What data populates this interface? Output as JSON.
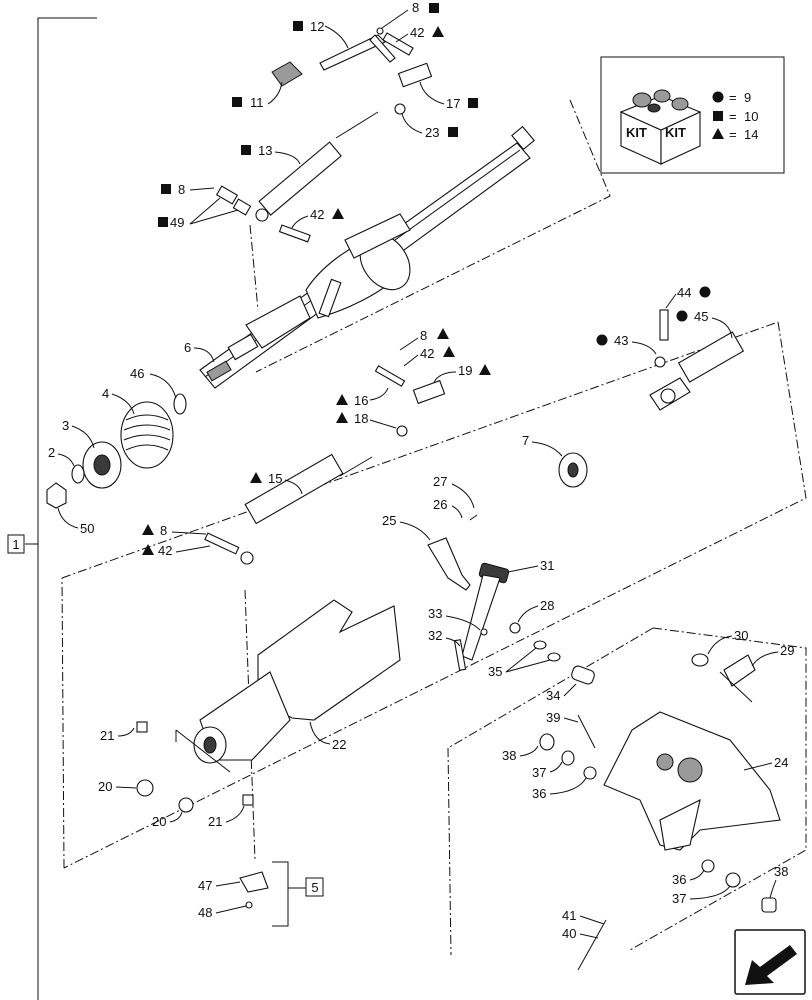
{
  "legend": {
    "items": [
      {
        "symbol": "circle",
        "sep": "=",
        "value": "9"
      },
      {
        "symbol": "square",
        "sep": "=",
        "value": "10"
      },
      {
        "symbol": "triangle",
        "sep": "=",
        "value": "14"
      }
    ],
    "kit_label": "KIT"
  },
  "group_labels": {
    "main": "1",
    "sub": "5"
  },
  "callouts": {
    "c1": "8",
    "c2": "12",
    "c3": "42",
    "c4": "11",
    "c5": "17",
    "c6": "23",
    "c7": "13",
    "c8": "8",
    "c9": "49",
    "c10": "42",
    "c11": "44",
    "c12": "45",
    "c13": "43",
    "c14": "6",
    "c15": "8",
    "c16": "42",
    "c17": "46",
    "c18": "19",
    "c19": "4",
    "c20": "16",
    "c21": "18",
    "c22": "3",
    "c23": "2",
    "c24": "7",
    "c25": "50",
    "c26": "15",
    "c27": "27",
    "c28": "26",
    "c29": "25",
    "c30": "8",
    "c31": "42",
    "c32": "31",
    "c33": "28",
    "c34": "33",
    "c35": "32",
    "c36": "35",
    "c37": "30",
    "c38": "29",
    "c39": "34",
    "c40": "39",
    "c41": "21",
    "c42": "22",
    "c43": "38",
    "c44": "37",
    "c45": "36",
    "c46": "24",
    "c47": "20",
    "c48": "20",
    "c49": "21",
    "c50": "47",
    "c51": "48",
    "c52": "36",
    "c53": "37",
    "c54": "38",
    "c55": "41",
    "c56": "40"
  },
  "icons": {
    "nav": "arrow-back-icon"
  }
}
